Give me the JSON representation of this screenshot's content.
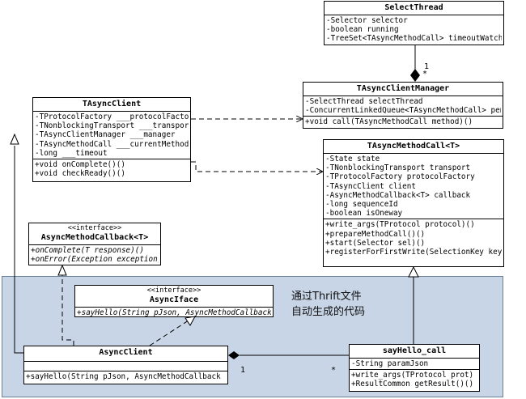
{
  "note": {
    "line1": "通过Thrift文件",
    "line2": "自动生成的代码"
  },
  "classes": {
    "select_thread": {
      "name": "SelectThread",
      "attrs": [
        "-Selector selector",
        "-boolean running",
        "-TreeSet<TAsyncMethodCall> timeoutWatchSet"
      ],
      "ops": []
    },
    "manager": {
      "name": "TAsyncClientManager",
      "attrs": [
        "-SelectThread selectThread",
        "-ConcurrentLinkedQueue<TAsyncMethodCall> pendingCalls"
      ],
      "ops": [
        "+void call(TAsyncMethodCall method)()"
      ]
    },
    "client": {
      "name": "TAsyncClient",
      "attrs": [
        "-TProtocolFactory ___protocolFactory",
        "-TNonblockingTransport ___transport",
        "-TAsyncClientManager ___manager",
        "-TAsyncMethodCall ___currentMethod",
        "-long ___timeout"
      ],
      "ops": [
        "+void onComplete()()",
        "+void checkReady()()"
      ]
    },
    "method_call": {
      "name": "TAsyncMethodCall<T>",
      "attrs": [
        "-State state",
        "-TNonblockingTransport transport",
        "-TProtocolFactory protocolFactory",
        "-TAsyncClient client",
        "-AsyncMethodCallback<T> callback",
        "-long sequenceId",
        "-boolean isOneway"
      ],
      "ops": [
        "+write_args(TProtocol protocol)()",
        "+prepareMethodCall()()",
        "+start(Selector sel)()",
        "+registerForFirstWrite(SelectionKey key)()"
      ]
    },
    "callback": {
      "stereotype": "<<interface>>",
      "name": "AsyncMethodCallback<T>",
      "attrs": [],
      "ops": [
        "+onComplete(T response)()",
        "+onError(Exception exception)()"
      ]
    },
    "iface": {
      "stereotype": "<<interface>>",
      "name": "AsyncIface",
      "attrs": [],
      "ops": [
        "+sayHello(String pJson, AsyncMethodCallback c)()"
      ]
    },
    "async_client": {
      "name": "AsyncClient",
      "attrs": [],
      "ops": [
        "+sayHello(String pJson, AsyncMethodCallback c)()"
      ]
    },
    "say_hello_call": {
      "name": "sayHello_call",
      "attrs": [
        "-String paramJson"
      ],
      "ops": [
        "+write_args(TProtocol prot) ()",
        "+ResultCommon getResult()()"
      ]
    }
  },
  "multiplicities": {
    "select_thread_one": "1",
    "select_thread_many": "*",
    "async_client_one": "1",
    "call_many": "*"
  },
  "colors": {
    "generated_region": "#c7d5e6",
    "line": "#000000"
  }
}
